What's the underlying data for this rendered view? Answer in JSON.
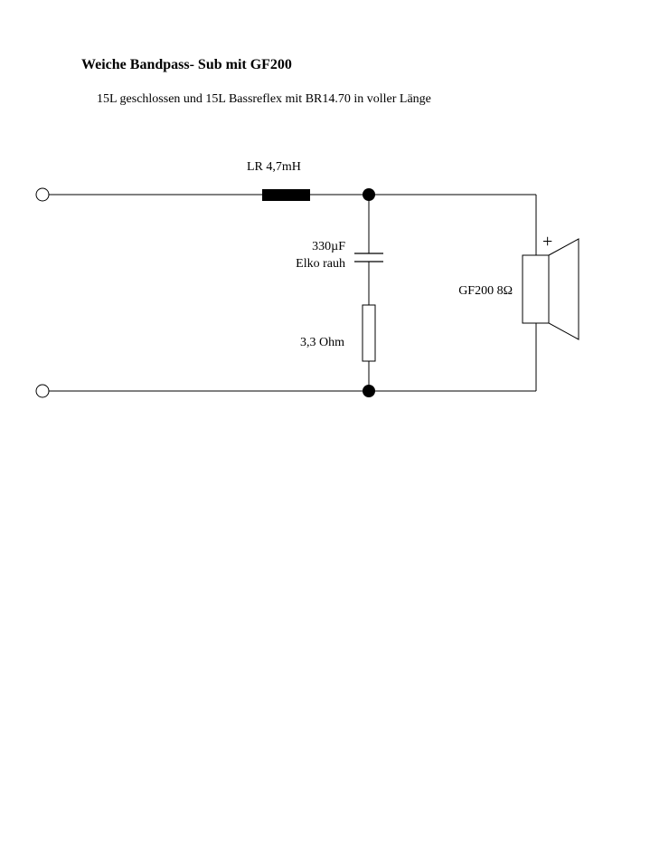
{
  "document": {
    "title": "Weiche Bandpass- Sub mit GF200",
    "subtitle": "15L geschlossen und 15L Bassreflex mit BR14.70 in voller Länge"
  },
  "components": {
    "inductor": {
      "label": "LR 4,7mH"
    },
    "capacitor": {
      "value": "330µF",
      "type": "Elko rauh"
    },
    "resistor": {
      "label": "3,3 Ohm"
    },
    "speaker": {
      "label": "GF200 8Ω",
      "polarity": "+"
    }
  }
}
